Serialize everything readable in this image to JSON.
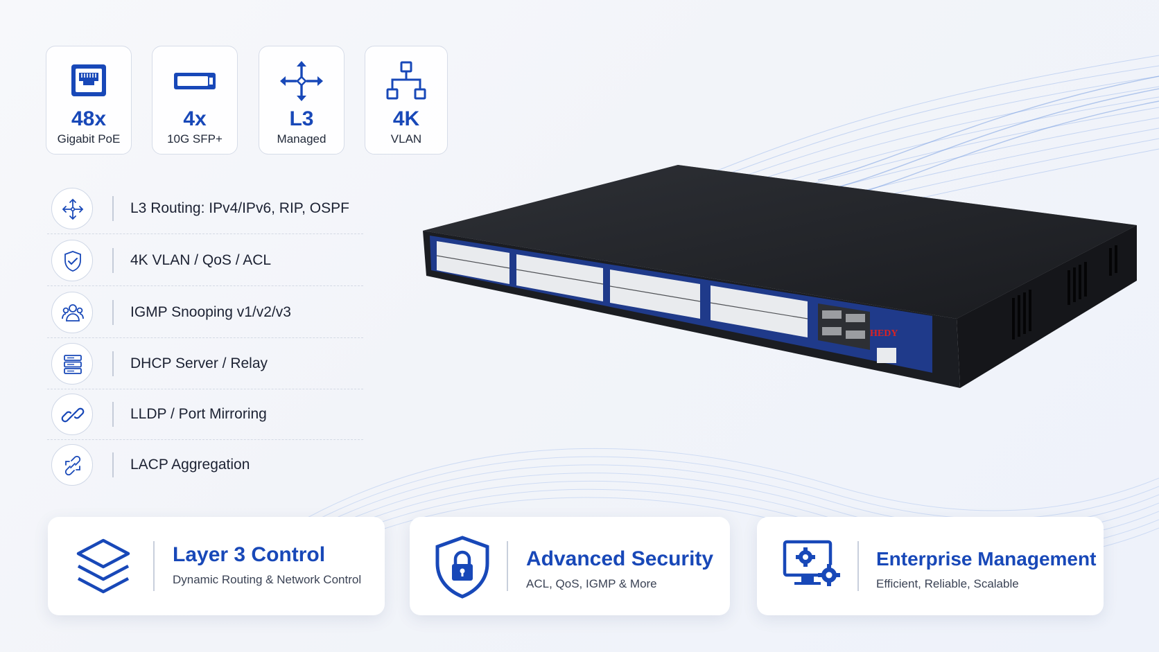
{
  "stats": [
    {
      "value": "48x",
      "label": "Gigabit PoE",
      "icon": "ethernet-port-icon"
    },
    {
      "value": "4x",
      "label": "10G SFP+",
      "icon": "sfp-module-icon"
    },
    {
      "value": "L3",
      "label": "Managed",
      "icon": "routing-arrows-icon"
    },
    {
      "value": "4K",
      "label": "VLAN",
      "icon": "network-tree-icon"
    }
  ],
  "features": [
    {
      "text": "L3 Routing: IPv4/IPv6, RIP, OSPF",
      "icon": "routing-arrows-icon"
    },
    {
      "text": "4K VLAN / QoS / ACL",
      "icon": "shield-check-icon"
    },
    {
      "text": "IGMP Snooping v1/v2/v3",
      "icon": "users-group-icon"
    },
    {
      "text": "DHCP Server / Relay",
      "icon": "server-stack-icon"
    },
    {
      "text": "LLDP / Port Mirroring",
      "icon": "chain-link-icon"
    },
    {
      "text": "LACP Aggregation",
      "icon": "link-aggregation-icon"
    }
  ],
  "cards": [
    {
      "title": "Layer 3 Control",
      "subtitle": "Dynamic Routing & Network Control",
      "icon": "layers-icon"
    },
    {
      "title": "Advanced Security",
      "subtitle": "ACL, QoS, IGMP & More",
      "icon": "shield-lock-icon"
    },
    {
      "title": "Enterprise Management",
      "subtitle": "Efficient, Reliable, Scalable",
      "icon": "monitor-gears-icon"
    }
  ],
  "device": {
    "brand": "HEDY",
    "body_color": "#1b1d22",
    "panel_color": "#1f3a8a"
  },
  "colors": {
    "accent": "#1848b8",
    "wave": "#7fa6e8"
  }
}
